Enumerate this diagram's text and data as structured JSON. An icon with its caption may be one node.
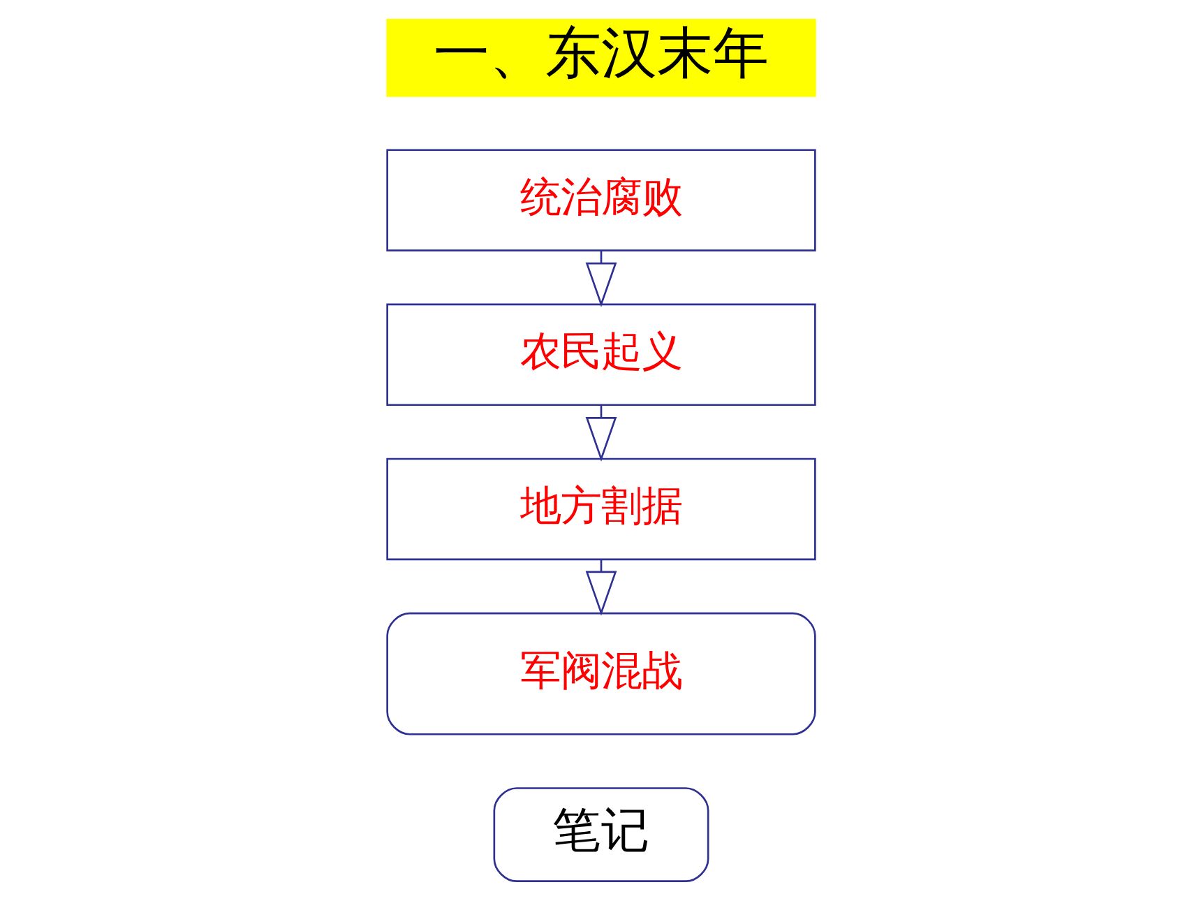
{
  "diagram": {
    "nodes": [
      {
        "text": [
          "一、东汉末年"
        ]
      },
      {
        "text": [
          "统治腐败"
        ]
      },
      {
        "text": [
          "农民起义"
        ]
      },
      {
        "text": [
          "地方割据"
        ]
      },
      {
        "text": [
          "军阀混战"
        ]
      },
      {
        "text": [
          "笔记"
        ]
      }
    ],
    "edges": [
      {
        "from": 1,
        "to": 2,
        "arrow": "to"
      },
      {
        "from": 2,
        "to": 3,
        "arrow": "to"
      },
      {
        "from": 3,
        "to": 4,
        "arrow": "to"
      }
    ]
  }
}
